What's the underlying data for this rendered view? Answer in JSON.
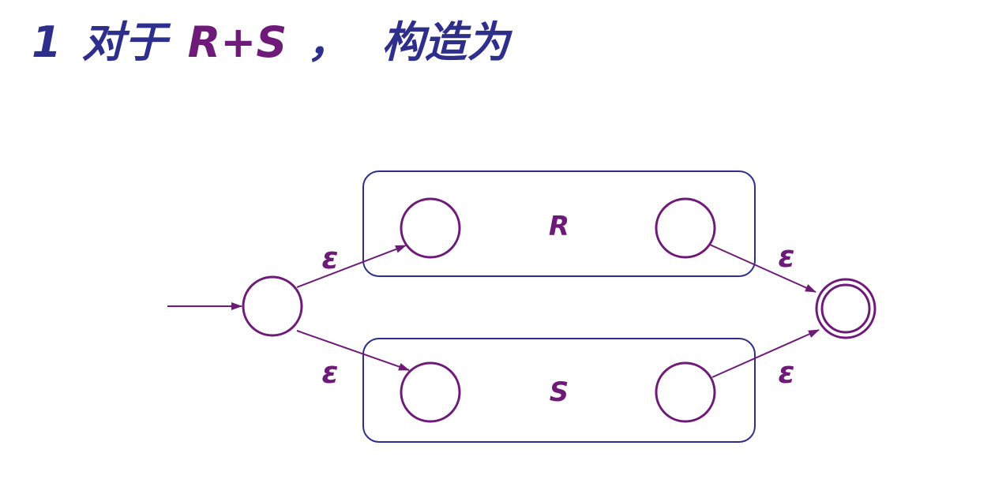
{
  "title": {
    "number": "1",
    "prefix": "对于",
    "expression": "R+S",
    "comma": "，",
    "suffix": "构造为"
  },
  "diagram": {
    "box_r_label": "R",
    "box_s_label": "S",
    "epsilon_symbol": "ε",
    "colors": {
      "title_blue": "#2e2f8c",
      "expression_purple": "#6e1a78",
      "state_purple": "#6e1a78",
      "box_navy": "#2e2f8c"
    },
    "states": [
      "start",
      "r-entry",
      "r-exit",
      "s-entry",
      "s-exit",
      "final"
    ],
    "transitions": [
      {
        "from": "start",
        "to": "r-entry",
        "label": "ε"
      },
      {
        "from": "start",
        "to": "s-entry",
        "label": "ε"
      },
      {
        "from": "r-exit",
        "to": "final",
        "label": "ε"
      },
      {
        "from": "s-exit",
        "to": "final",
        "label": "ε"
      }
    ]
  }
}
